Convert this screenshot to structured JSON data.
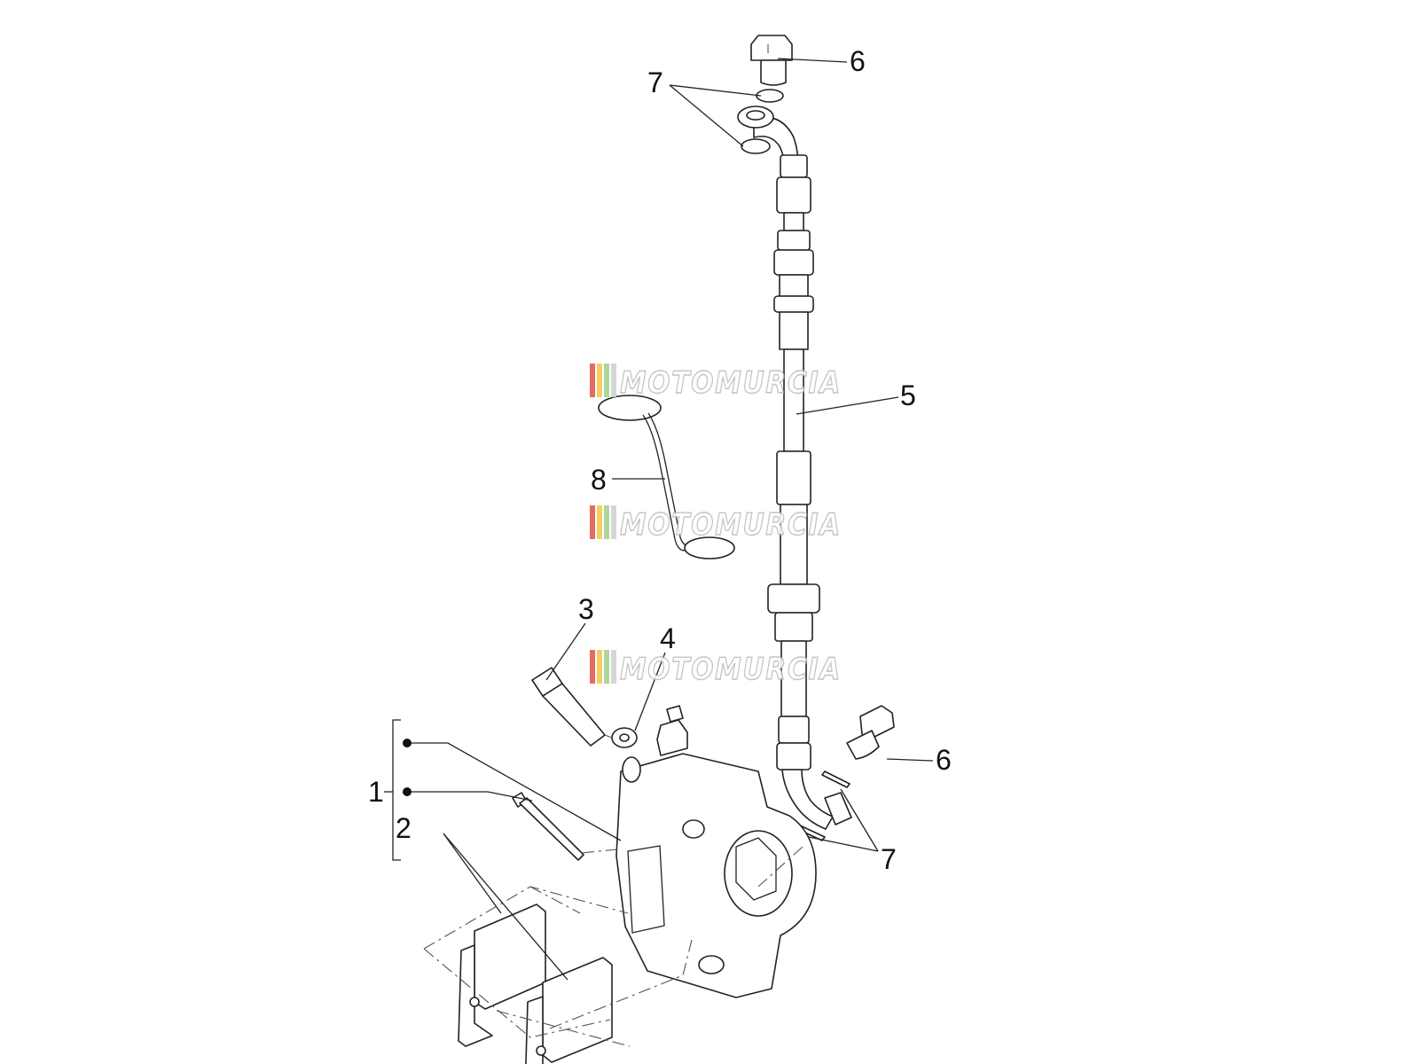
{
  "callouts": {
    "c1": "1",
    "c2": "2",
    "c3": "3",
    "c4": "4",
    "c5": "5",
    "c6a": "6",
    "c6b": "6",
    "c7a": "7",
    "c7b": "7",
    "c8": "8"
  },
  "watermark": {
    "text": "MOTOMURCIA",
    "stripe_colors": [
      "#e0534a",
      "#f4c64a",
      "#9fd08a",
      "#cfcfcf"
    ]
  },
  "colors": {
    "ink": "#222222",
    "background": "#ffffff"
  }
}
